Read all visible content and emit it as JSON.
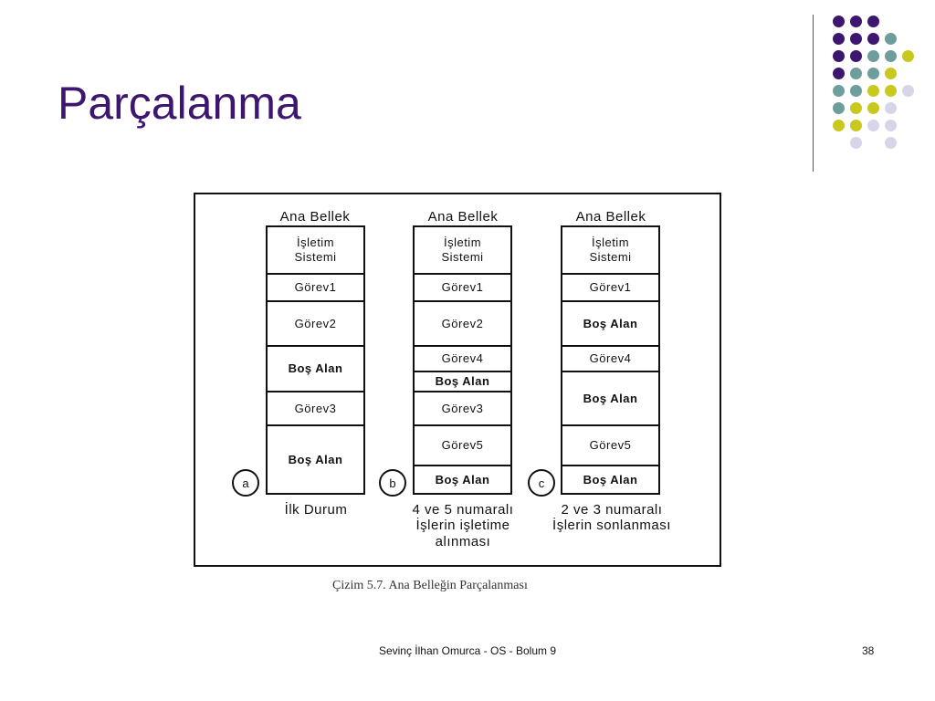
{
  "slide": {
    "title": "Parçalanma",
    "footer": "Sevinç İlhan Omurca - OS - Bolum 9",
    "page_number": "38"
  },
  "figure": {
    "caption": "Çizim 5.7. Ana Belleğin Parçalanması",
    "columns": [
      {
        "heading": "Ana Bellek",
        "marker": "a",
        "caption_lines": [
          "İlk Durum"
        ],
        "blocks": [
          {
            "label": "İşletim\nSistemi",
            "bold": false
          },
          {
            "label": "Görev1",
            "bold": false
          },
          {
            "label": "Görev2",
            "bold": false
          },
          {
            "label": "Boş Alan",
            "bold": true
          },
          {
            "label": "Görev3",
            "bold": false
          },
          {
            "label": "Boş Alan",
            "bold": true
          }
        ]
      },
      {
        "heading": "Ana Bellek",
        "marker": "b",
        "caption_lines": [
          "4 ve 5 numaralı",
          "İşlerin işletime",
          "alınması"
        ],
        "blocks": [
          {
            "label": "İşletim\nSistemi",
            "bold": false
          },
          {
            "label": "Görev1",
            "bold": false
          },
          {
            "label": "Görev2",
            "bold": false
          },
          {
            "label": "Görev4",
            "bold": false
          },
          {
            "label": "Boş Alan",
            "bold": true
          },
          {
            "label": "Görev3",
            "bold": false
          },
          {
            "label": "Görev5",
            "bold": false
          },
          {
            "label": "Boş Alan",
            "bold": true
          }
        ]
      },
      {
        "heading": "Ana Bellek",
        "marker": "c",
        "caption_lines": [
          "2 ve 3 numaralı",
          "İşlerin sonlanması"
        ],
        "blocks": [
          {
            "label": "İşletim\nSistemi",
            "bold": false
          },
          {
            "label": "Görev1",
            "bold": false
          },
          {
            "label": "Boş Alan",
            "bold": true
          },
          {
            "label": "Görev4",
            "bold": false
          },
          {
            "label": "Boş Alan",
            "bold": true
          },
          {
            "label": "Görev5",
            "bold": false
          },
          {
            "label": "Boş Alan",
            "bold": true
          }
        ]
      }
    ]
  },
  "decoration": {
    "dot_colors": {
      "purple": "#3d1670",
      "teal": "#6e9e9c",
      "yellow": "#c9c81e",
      "lavender": "#d7d6e8"
    }
  }
}
